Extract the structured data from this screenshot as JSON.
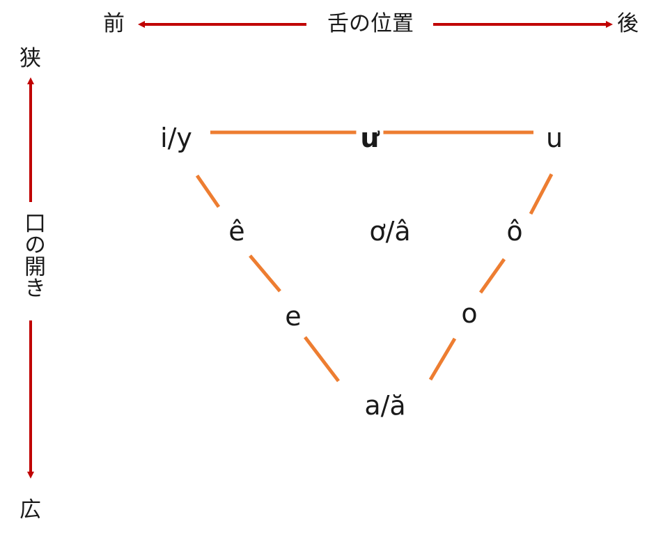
{
  "colors": {
    "arrow": "#c00000",
    "triangle": "#ed7d31",
    "text": "#1a1a1a"
  },
  "horizontal_axis": {
    "left": "前",
    "title": "舌の位置",
    "right": "後"
  },
  "vertical_axis": {
    "top": "狭",
    "title": "口の開き",
    "bottom": "広"
  },
  "vowels": {
    "i_y": "i/y",
    "u_horn": "ư",
    "u": "u",
    "e_circ": "ê",
    "o_horn_a_circ": "ơ/â",
    "o_circ": "ô",
    "e": "e",
    "o": "o",
    "a_a_breve": "a/ă"
  }
}
